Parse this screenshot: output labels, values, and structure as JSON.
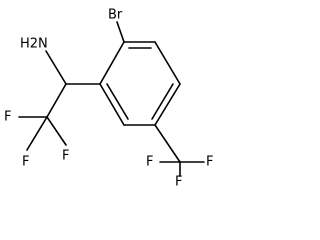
{
  "structure": {
    "atoms": {
      "br": "Br",
      "nh2": "H2N",
      "f_top": "F",
      "f_left": "F",
      "f_mid": "F",
      "cf3_f_right": "F",
      "cf3_f_left": "F",
      "cf3_f_bottom": "F"
    },
    "colors": {
      "ink": "#000000",
      "background": "#ffffff"
    }
  }
}
